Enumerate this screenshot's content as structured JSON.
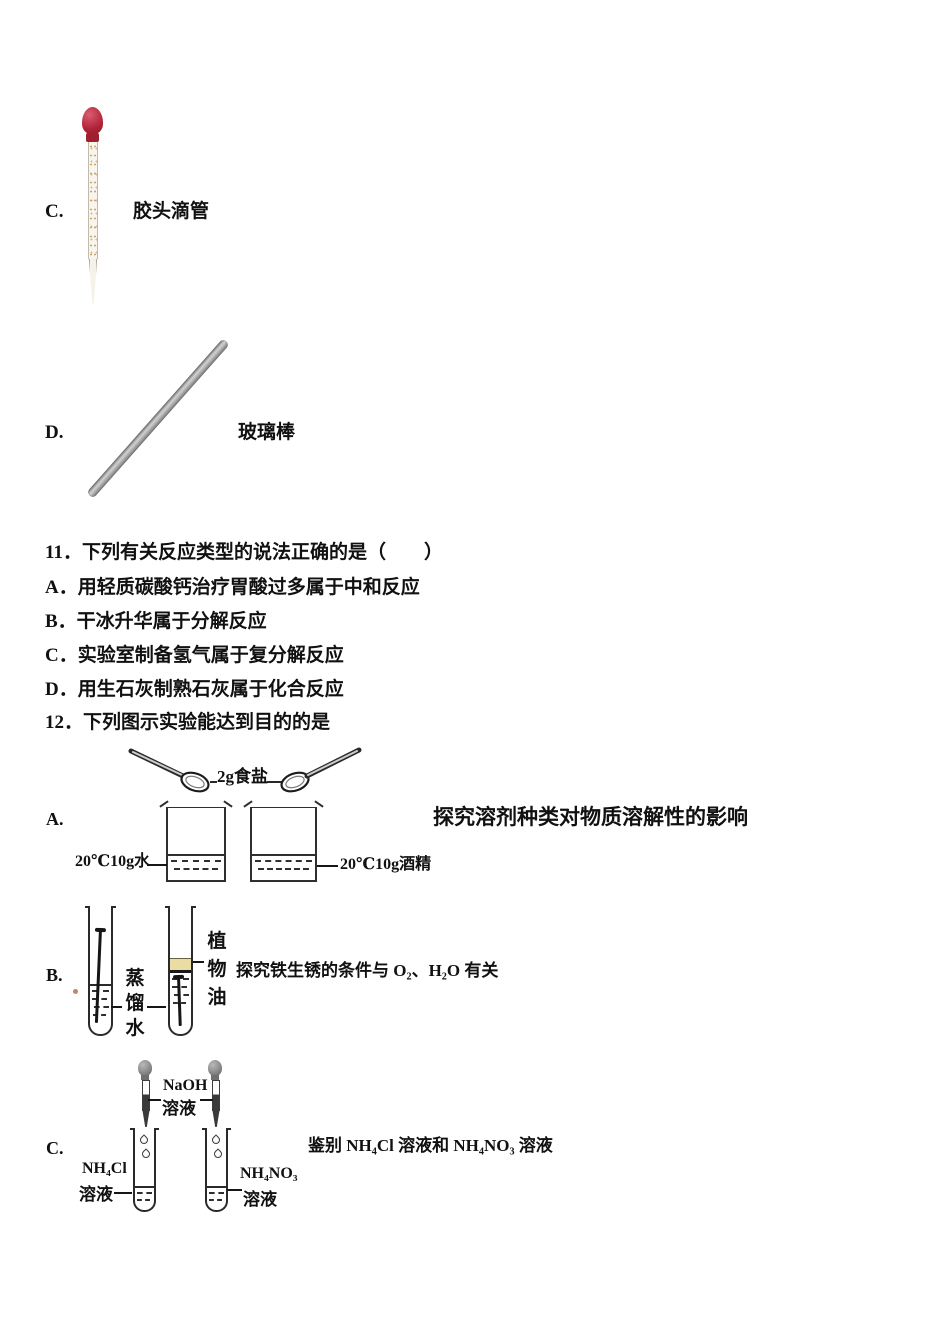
{
  "equip_c": {
    "label": "C.",
    "caption": "胶头滴管",
    "icon": "rubber-tipped-dropper",
    "bulb_color": "#b02337"
  },
  "equip_d": {
    "label": "D.",
    "caption": "玻璃棒",
    "icon": "glass-rod",
    "rod_color": "#a9a9a9"
  },
  "q11": {
    "stem": "11．下列有关反应类型的说法正确的是（　　）",
    "a": "A．用轻质碳酸钙治疗胃酸过多属于中和反应",
    "b": "B．干冰升华属于分解反应",
    "c": "C．实验室制备氢气属于复分解反应",
    "d": "D．用生石灰制熟石灰属于化合反应"
  },
  "q12": {
    "stem": "12．下列图示实验能达到目的的是",
    "a": {
      "label": "A.",
      "salt_label": "2g食盐",
      "left_beaker_label": "20℃10g水",
      "right_beaker_label": "20℃10g酒精",
      "purpose": "探究溶剂种类对物质溶解性的影响"
    },
    "b": {
      "label": "B.",
      "distilled_water_label": "蒸馏水",
      "vegetable_oil_label": "植物油",
      "oil_color": "#e9dda4",
      "purpose": "探究铁生锈的条件与 O₂、H₂O 有关"
    },
    "c": {
      "label": "C.",
      "reagent_line1": "NaOH",
      "reagent_line2": "溶液",
      "left_tube_line1": "NH₄Cl",
      "left_tube_line2": "溶液",
      "right_tube_line1": "NH₄NO₃",
      "right_tube_line2": "溶液",
      "purpose": "鉴别 NH₄Cl 溶液和 NH₄NO₃ 溶液"
    }
  },
  "colors": {
    "text": "#111111"
  }
}
